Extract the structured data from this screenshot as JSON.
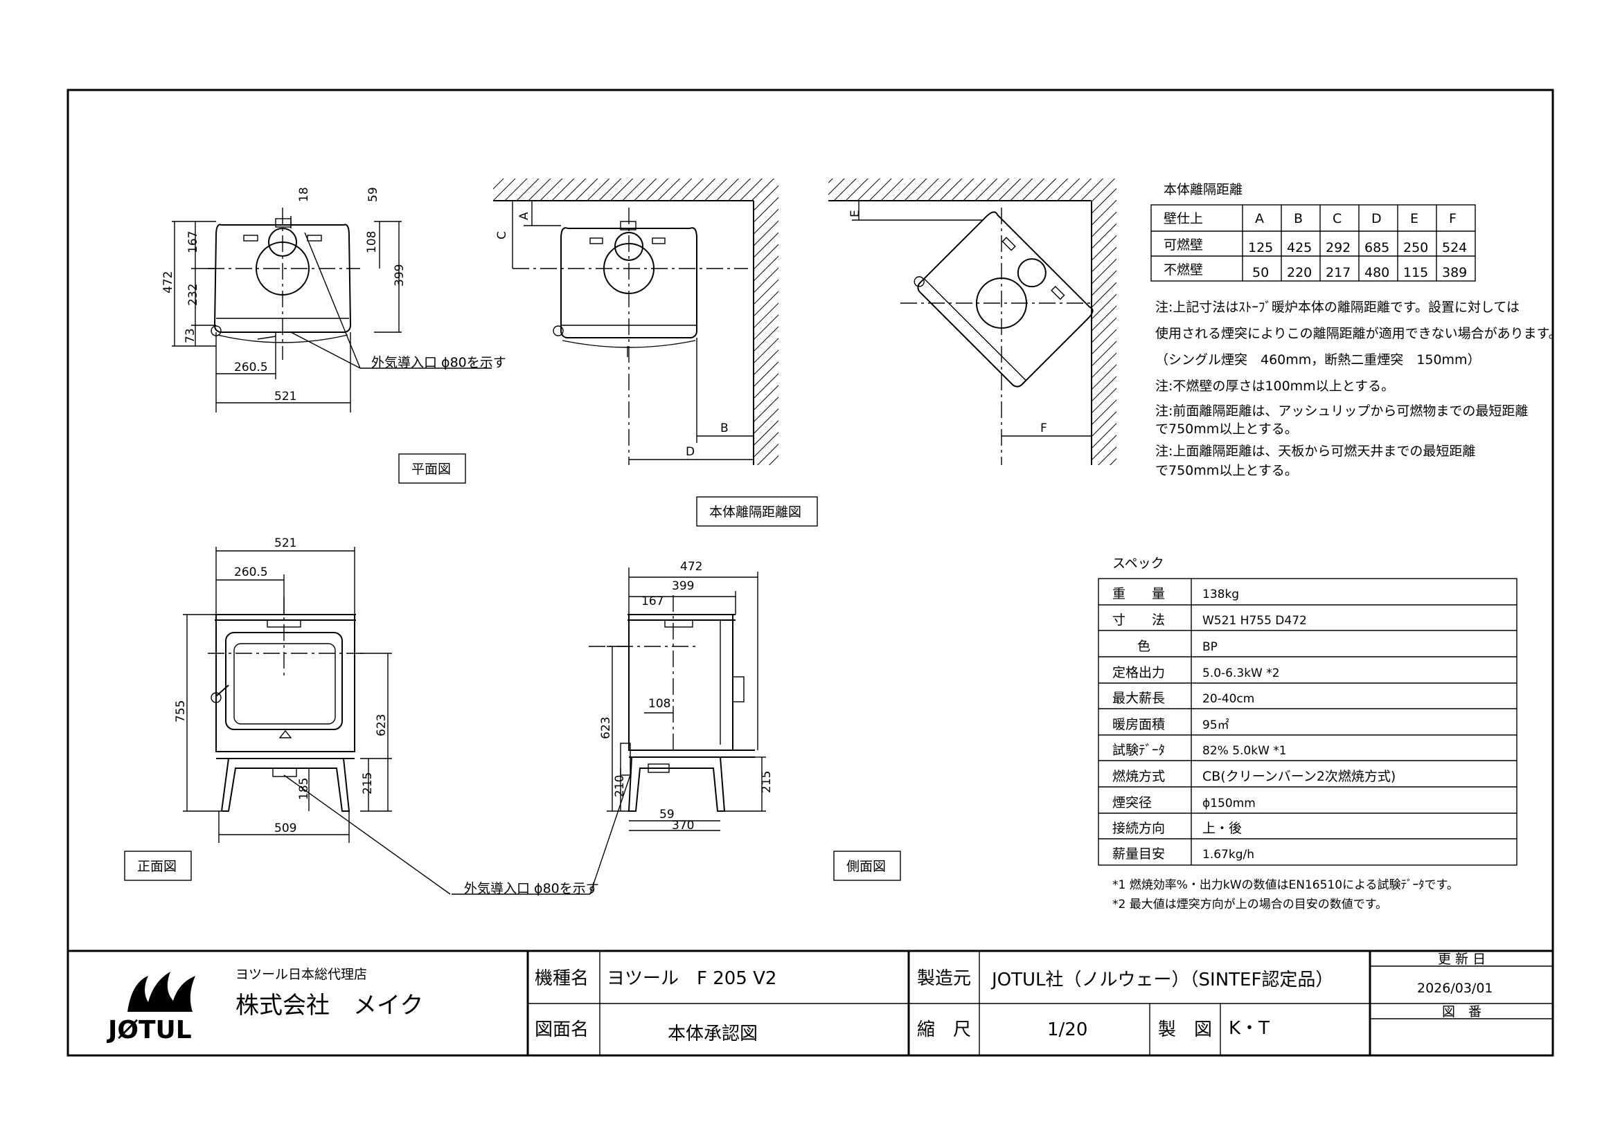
{
  "views": {
    "plan_label": "平面図",
    "clearance_label": "本体離隔距離図",
    "front_label": "正面図",
    "side_label": "側面図"
  },
  "callouts": {
    "air_inlet_plan": "外気導入口 ϕ80を示す",
    "air_inlet_bottom": "外気導入口 ϕ80を示す"
  },
  "plan_dims": {
    "d18": "18",
    "d59": "59",
    "d167": "167",
    "d108": "108",
    "d472": "472",
    "d399": "399",
    "d232": "232",
    "d73": "73",
    "d260_5": "260.5",
    "d521": "521"
  },
  "clearance_letters": {
    "A": "A",
    "B": "B",
    "C": "C",
    "D": "D",
    "E": "E",
    "F": "F"
  },
  "front_dims": {
    "d521": "521",
    "d260_5": "260.5",
    "d755": "755",
    "d623": "623",
    "d215": "215",
    "d185": "185",
    "d509": "509"
  },
  "side_dims": {
    "d472": "472",
    "d399": "399",
    "d167": "167",
    "d108": "108",
    "d623": "623",
    "d210": "210",
    "d215": "215",
    "d59": "59",
    "d370": "370"
  },
  "clearance_table": {
    "title": "本体離隔距離",
    "headers": [
      "壁仕上",
      "A",
      "B",
      "C",
      "D",
      "E",
      "F"
    ],
    "rows": [
      [
        "可燃壁",
        "125",
        "425",
        "292",
        "685",
        "250",
        "524"
      ],
      [
        "不燃壁",
        "50",
        "220",
        "217",
        "480",
        "115",
        "389"
      ]
    ]
  },
  "notes": [
    "注:上記寸法はｽﾄｰﾌﾞ暖炉本体の離隔距離です。設置に対しては",
    "使用される煙突によりこの離隔距離が適用できない場合があります。",
    "（シングル煙突　460mm，断熱二重煙突　150mm）",
    "注:不燃壁の厚さは100mm以上とする。",
    "注:前面離隔距離は、アッシュリップから可燃物までの最短距離",
    "で750mm以上とする。",
    "注:上面離隔距離は、天板から可燃天井までの最短距離",
    "で750mm以上とする。"
  ],
  "spec": {
    "title": "スペック",
    "rows": [
      [
        "重　　量",
        "138kg"
      ],
      [
        "寸　　法",
        "W521  H755  D472"
      ],
      [
        "色",
        "BP"
      ],
      [
        "定格出力",
        "5.0-6.3kW  *2"
      ],
      [
        "最大薪長",
        "20-40cm"
      ],
      [
        "暖房面積",
        "95㎡"
      ],
      [
        "試験ﾃﾞｰﾀ",
        "82%  5.0kW  *1"
      ],
      [
        "燃焼方式",
        "CB(クリーンバーン2次燃焼方式)"
      ],
      [
        "煙突径",
        "ϕ150mm"
      ],
      [
        "接続方向",
        "上・後"
      ],
      [
        "薪量目安",
        "1.67kg/h"
      ]
    ],
    "footnotes": [
      "*1  燃焼効率%・出力kWの数値はEN16510による試験ﾃﾞｰﾀです。",
      "*2  最大値は煙突方向が上の場合の目安の数値です。"
    ]
  },
  "title_block": {
    "logo_text": "JØTUL",
    "agency": "ヨツール日本総代理店",
    "company": "株式会社　メイク",
    "model_label": "機種名",
    "model": "ヨツール　F 205 V2",
    "drawing_label": "図面名",
    "drawing": "本体承認図",
    "maker_label": "製造元",
    "maker": "JOTUL社（ノルウェー）（SINTEF認定品）",
    "scale_label": "縮　尺",
    "scale": "1/20",
    "drafter_label": "製　図",
    "drafter": "K・T",
    "updated_label": "更 新 日",
    "updated": "2026/03/01",
    "number_label": "図　番",
    "number": ""
  }
}
